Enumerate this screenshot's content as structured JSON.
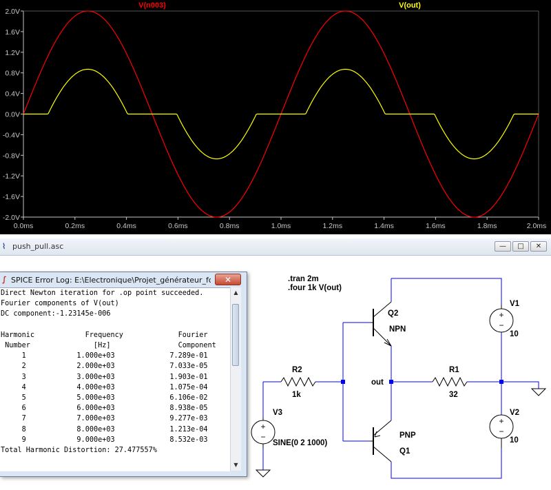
{
  "plot": {
    "trace1_label": "V(n003)",
    "trace2_label": "V(out)",
    "y_ticks": [
      "2.0V",
      "1.6V",
      "1.2V",
      "0.8V",
      "0.4V",
      "0.0V",
      "-0.4V",
      "-0.8V",
      "-1.2V",
      "-1.6V",
      "-2.0V"
    ],
    "x_ticks": [
      "0.0ms",
      "0.2ms",
      "0.4ms",
      "0.6ms",
      "0.8ms",
      "1.0ms",
      "1.2ms",
      "1.4ms",
      "1.6ms",
      "1.8ms",
      "2.0ms"
    ],
    "colors": {
      "background": "#000000",
      "trace1": "#ff0000",
      "trace2": "#ffff00",
      "axis": "#c8c8c8"
    }
  },
  "chart_data": {
    "type": "line",
    "title": "",
    "xlabel": "",
    "ylabel": "",
    "xlim": [
      0,
      2.0
    ],
    "ylim": [
      -2.0,
      2.0
    ],
    "x_unit": "ms",
    "y_unit": "V",
    "grid": false,
    "legend": "top",
    "series": [
      {
        "name": "V(n003)",
        "shape": "sine",
        "amplitude": 2.0,
        "frequency_khz": 1.0,
        "color": "#ff0000"
      },
      {
        "name": "V(out)",
        "shape": "sine-with-crossover-deadband",
        "source_amplitude": 2.0,
        "deadband": 1.13,
        "frequency_khz": 1.0,
        "color": "#ffff00"
      }
    ]
  },
  "schematic_window": {
    "title": "push_pull.asc",
    "min_glyph": "—",
    "max_glyph": "□",
    "close_glyph": "✕"
  },
  "schematic": {
    "directive_tran": ".tran 2m",
    "directive_four": ".four 1k V(out)",
    "q2_name": "Q2",
    "q2_type": "NPN",
    "q1_name": "Q1",
    "q1_type": "PNP",
    "v1_name": "V1",
    "v1_value": "10",
    "v2_name": "V2",
    "v2_value": "10",
    "v3_name": "V3",
    "v3_value": "SINE(0 2 1000)",
    "r1_name": "R1",
    "r1_value": "32",
    "r2_name": "R2",
    "r2_value": "1k",
    "net_out": "out",
    "plus": "+",
    "minus": "−",
    "colors": {
      "wire": "#0000ff",
      "component": "#000000",
      "node": "#0000ff"
    }
  },
  "log_window": {
    "title": "SPICE Error Log: E:\\Electronique\\Projet_générateur_fonction\\a...",
    "close_glyph": "✕",
    "header_line1": "Direct Newton iteration for .op point succeeded.",
    "header_line2": "Fourier components of V(out)",
    "dc_line": "DC component:-1.23145e-006",
    "col_header1": "Harmonic            Frequency             Fourier",
    "col_header2": " Number               [Hz]                Component",
    "rows": [
      {
        "n": "1",
        "freq": "1.000e+03",
        "comp": "7.289e-01"
      },
      {
        "n": "2",
        "freq": "2.000e+03",
        "comp": "7.033e-05"
      },
      {
        "n": "3",
        "freq": "3.000e+03",
        "comp": "1.903e-01"
      },
      {
        "n": "4",
        "freq": "4.000e+03",
        "comp": "1.075e-04"
      },
      {
        "n": "5",
        "freq": "5.000e+03",
        "comp": "6.106e-02"
      },
      {
        "n": "6",
        "freq": "6.000e+03",
        "comp": "8.938e-05"
      },
      {
        "n": "7",
        "freq": "7.000e+03",
        "comp": "9.277e-03"
      },
      {
        "n": "8",
        "freq": "8.000e+03",
        "comp": "1.213e-04"
      },
      {
        "n": "9",
        "freq": "9.000e+03",
        "comp": "8.532e-03"
      }
    ],
    "thd_line": "Total Harmonic Distortion: 27.477557%",
    "scroll_up": "▲",
    "scroll_down": "▼"
  }
}
